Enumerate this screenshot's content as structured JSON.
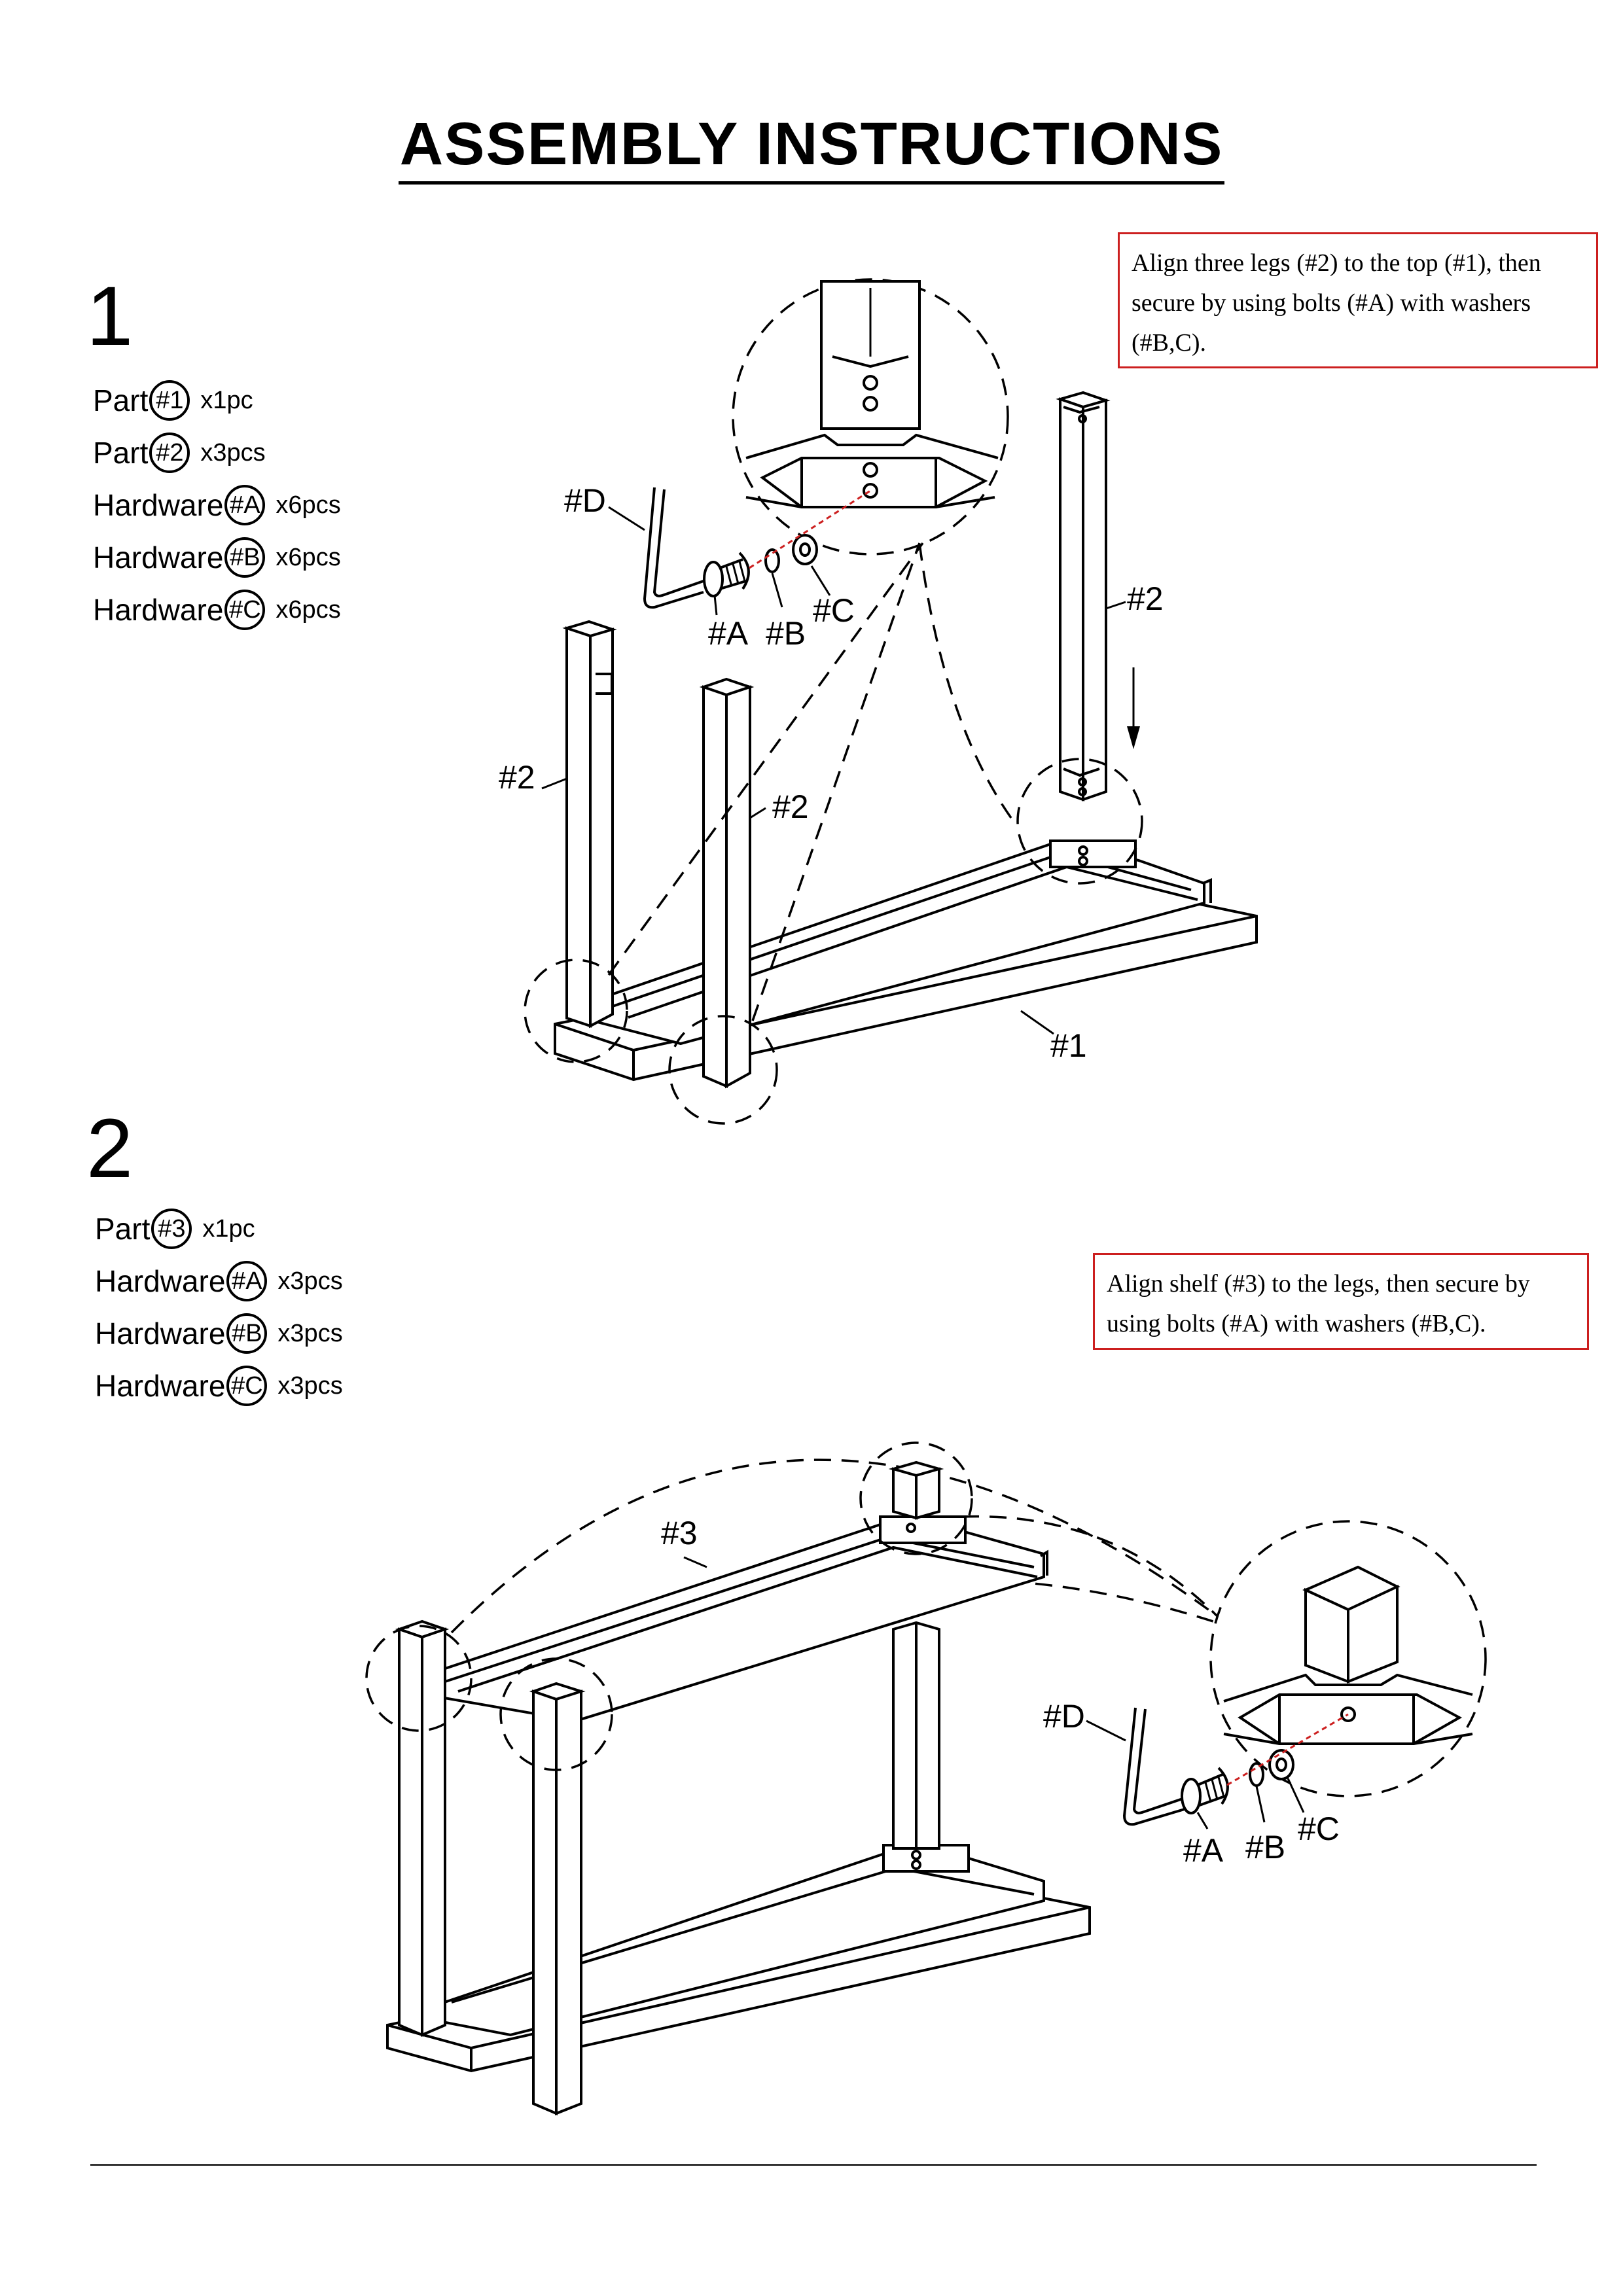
{
  "title": "ASSEMBLY  INSTRUCTIONS",
  "step1": {
    "number": "1",
    "parts": [
      {
        "label": "Part",
        "id": "#1",
        "qty": "x1pc"
      },
      {
        "label": "Part",
        "id": "#2",
        "qty": "x3pcs"
      },
      {
        "label": "Hardware",
        "id": "#A",
        "qty": "x6pcs"
      },
      {
        "label": "Hardware",
        "id": "#B",
        "qty": "x6pcs"
      },
      {
        "label": "Hardware",
        "id": "#C",
        "qty": "x6pcs"
      }
    ],
    "note": "Align three legs (#2) to the top (#1), then secure by using bolts (#A) with washers (#B,C).",
    "callouts": {
      "d": "#D",
      "a": "#A",
      "b": "#B",
      "c": "#C",
      "leg_left": "#2",
      "leg_mid": "#2",
      "leg_right": "#2",
      "top": "#1"
    }
  },
  "step2": {
    "number": "2",
    "parts": [
      {
        "label": "Part",
        "id": "#3",
        "qty": "x1pc"
      },
      {
        "label": "Hardware",
        "id": "#A",
        "qty": "x3pcs"
      },
      {
        "label": "Hardware",
        "id": "#B",
        "qty": "x3pcs"
      },
      {
        "label": "Hardware",
        "id": "#C",
        "qty": "x3pcs"
      }
    ],
    "note": "Align shelf (#3) to the legs, then secure by using bolts (#A) with washers (#B,C).",
    "callouts": {
      "shelf": "#3",
      "d": "#D",
      "a": "#A",
      "b": "#B",
      "c": "#C"
    }
  }
}
